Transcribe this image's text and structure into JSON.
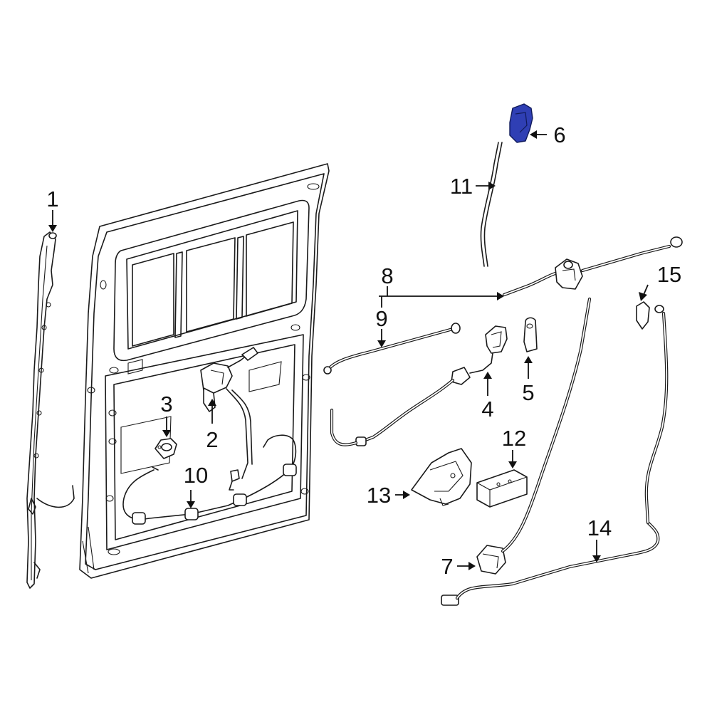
{
  "callouts": [
    {
      "id": "1",
      "label": "1"
    },
    {
      "id": "2",
      "label": "2"
    },
    {
      "id": "3",
      "label": "3"
    },
    {
      "id": "4",
      "label": "4"
    },
    {
      "id": "5",
      "label": "5"
    },
    {
      "id": "6",
      "label": "6"
    },
    {
      "id": "7",
      "label": "7"
    },
    {
      "id": "8",
      "label": "8"
    },
    {
      "id": "9",
      "label": "9"
    },
    {
      "id": "10",
      "label": "10"
    },
    {
      "id": "11",
      "label": "11"
    },
    {
      "id": "12",
      "label": "12"
    },
    {
      "id": "13",
      "label": "13"
    },
    {
      "id": "14",
      "label": "14"
    },
    {
      "id": "15",
      "label": "15"
    }
  ],
  "colors": {
    "line_art": "#1a1a1a",
    "highlight_part": "#2f3fb4",
    "background": "#ffffff"
  },
  "highlighted_part": "6"
}
